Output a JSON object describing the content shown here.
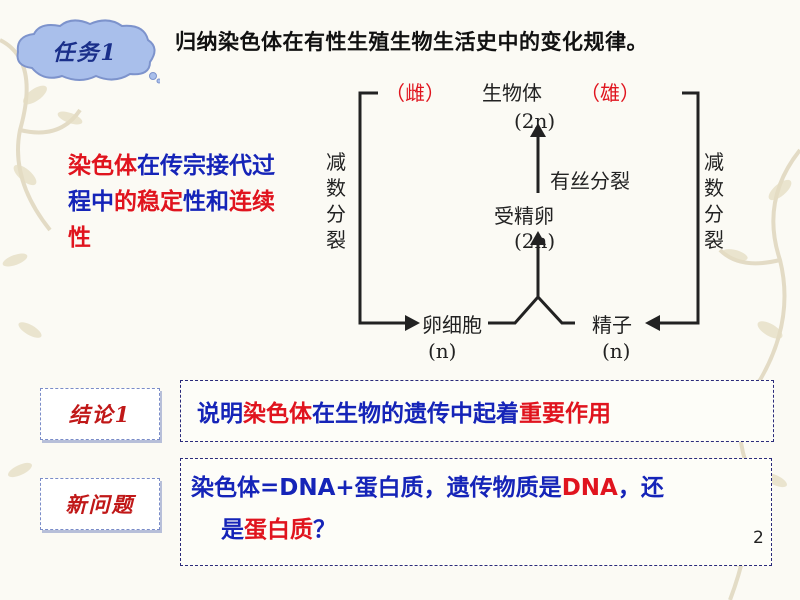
{
  "slide": {
    "task_badge": "任务1",
    "task_title": "归纳染色体在有性生殖生物生活史中的变化规律。",
    "diagram": {
      "female": "（雌）",
      "organism": "生物体",
      "organism_ploidy": "(2n)",
      "male": "（雄）",
      "left_process": [
        "减",
        "数",
        "分",
        "裂"
      ],
      "right_process": [
        "减",
        "数",
        "分",
        "裂"
      ],
      "mitosis": "有丝分裂",
      "zygote": "受精卵",
      "zygote_ploidy": "(2n)",
      "egg": "卵细胞",
      "egg_ploidy": "(n)",
      "sperm": "精子",
      "sperm_ploidy": "(n)"
    },
    "side_note": {
      "p1": "染色体",
      "p2": "在传宗接",
      "p3": "代过程中",
      "p4": "的稳定",
      "p5": "性",
      "p6": "和",
      "p7": "连续性"
    },
    "conclusion": {
      "tag": "结论1",
      "p1": "说明",
      "p2": "染色体",
      "p3": "在生物的遗传中起着",
      "p4": "重要作用"
    },
    "question": {
      "tag": "新问题",
      "p1": "染色体=DNA+蛋白质，遗传物质是",
      "p2": "DNA",
      "p3": "，还",
      "p4": "是",
      "p5": "蛋白质",
      "p6": "？"
    },
    "page_number": "2",
    "colors": {
      "red": "#e0141e",
      "blue": "#1524b8",
      "badge": "#9fb6e8"
    }
  }
}
